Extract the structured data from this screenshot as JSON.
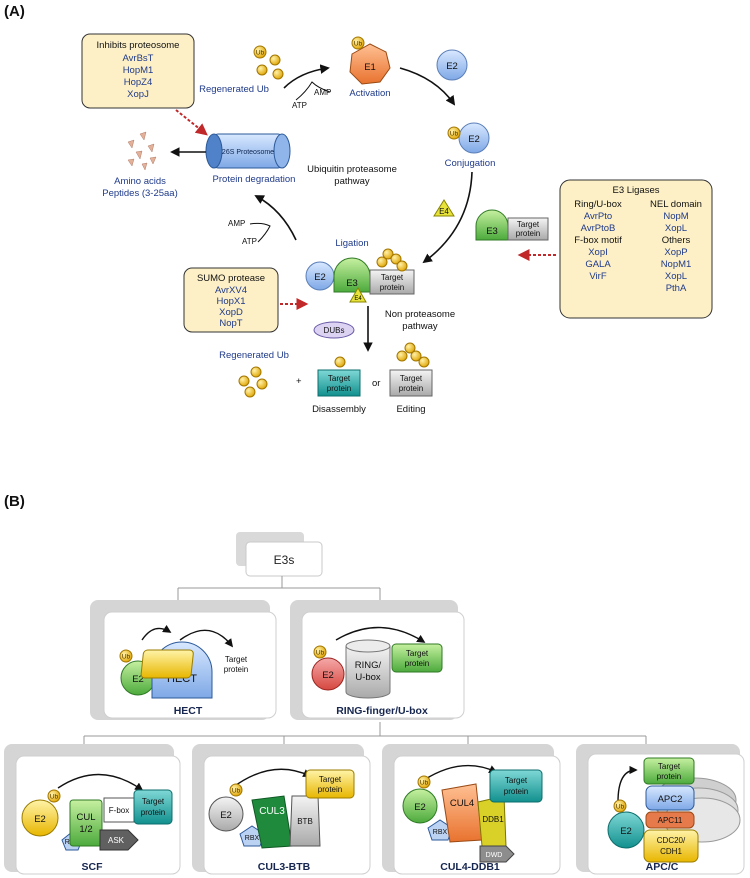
{
  "panels": {
    "a": "(A)",
    "b": "(B)"
  },
  "ub": "Ub",
  "cycle": {
    "regenerated_ub": "Regenerated Ub",
    "e1": "E1",
    "activation": "Activation",
    "e2": "E2",
    "conjugation": "Conjugation",
    "e3": "E3",
    "e4": "E4",
    "ligation": "Ligation",
    "target_protein_l1": "Target",
    "target_protein_l2": "protein",
    "atp": "ATP",
    "amp": "AMP",
    "proteasome": "26S Proteosome",
    "protein_degradation": "Protein degradation",
    "amino_l1": "Amino acids",
    "amino_l2": "Peptides (3-25aa)",
    "pathway_l1": "Ubiquitin proteasome",
    "pathway_l2": "pathway",
    "non_l1": "Non proteasome",
    "non_l2": "pathway",
    "dubs": "DUBs",
    "regenerated_ub2": "Regenerated Ub",
    "plus": "+",
    "or": "or",
    "disassembly": "Disassembly",
    "editing": "Editing"
  },
  "inhibits_box": {
    "title": "Inhibits proteosome",
    "items": [
      "AvrBsT",
      "HopM1",
      "HopZ4",
      "XopJ"
    ]
  },
  "sumo_box": {
    "title": "SUMO protease",
    "items": [
      "AvrXV4",
      "HopX1",
      "XopD",
      "NopT"
    ]
  },
  "e3_box": {
    "title": "E3 Ligases",
    "left": [
      {
        "text": "Ring/U-box",
        "kind": "header"
      },
      {
        "text": "AvrPto",
        "kind": "item"
      },
      {
        "text": "AvrPtoB",
        "kind": "item"
      },
      {
        "text": "F-box motif",
        "kind": "header"
      },
      {
        "text": "XopI",
        "kind": "item"
      },
      {
        "text": "GALA",
        "kind": "item"
      },
      {
        "text": "VirF",
        "kind": "item"
      }
    ],
    "right": [
      {
        "text": "NEL domain",
        "kind": "header"
      },
      {
        "text": "NopM",
        "kind": "item"
      },
      {
        "text": "XopL",
        "kind": "item"
      },
      {
        "text": "Others",
        "kind": "header"
      },
      {
        "text": "XopP",
        "kind": "item"
      },
      {
        "text": "NopM1",
        "kind": "item"
      },
      {
        "text": "XopL",
        "kind": "item"
      },
      {
        "text": "PthA",
        "kind": "item"
      }
    ]
  },
  "tree": {
    "root": "E3s",
    "hect": {
      "label": "HECT",
      "caption": "HECT",
      "e2": "E2",
      "target_l1": "Target",
      "target_l2": "protein"
    },
    "ring": {
      "label_l1": "RING/",
      "label_l2": "U-box",
      "caption": "RING-finger/U-box",
      "e2": "E2",
      "target_l1": "Target",
      "target_l2": "protein"
    },
    "scf": {
      "caption": "SCF",
      "e2": "E2",
      "cul_l1": "CUL",
      "cul_l2": "1/2",
      "fbox": "F-box",
      "rbx": "RBX",
      "ask": "ASK",
      "target_l1": "Target",
      "target_l2": "protein"
    },
    "cul3": {
      "caption": "CUL3-BTB",
      "e2": "E2",
      "cul": "CUL3",
      "btb": "BTB",
      "rbx": "RBX",
      "target_l1": "Target",
      "target_l2": "protein"
    },
    "cul4": {
      "caption": "CUL4-DDB1",
      "e2": "E2",
      "cul": "CUL4",
      "ddb1": "DDB1",
      "dwd": "DWD",
      "rbx": "RBX",
      "target_l1": "Target",
      "target_l2": "protein"
    },
    "apc": {
      "caption": "APC/C",
      "e2": "E2",
      "apc2": "APC2",
      "apc11": "APC11",
      "cdc_l1": "CDC20/",
      "cdc_l2": "CDH1",
      "target_l1": "Target",
      "target_l2": "protein"
    }
  }
}
